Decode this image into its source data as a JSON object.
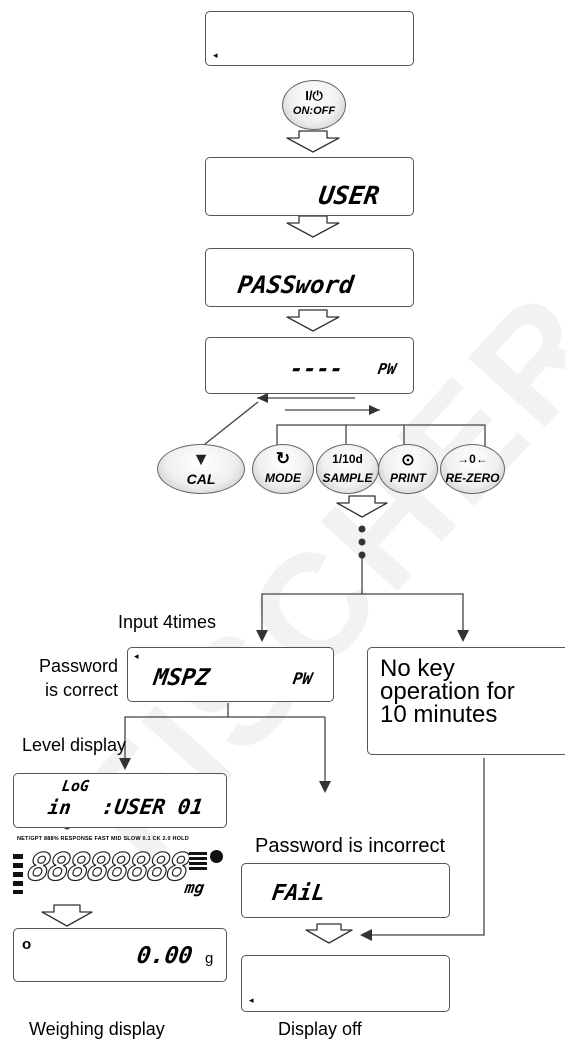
{
  "watermark": "FISCHER SAS",
  "step_displays": {
    "off_indicator": "◂",
    "user": "USER",
    "password": "PASSword",
    "pw_entry": "----",
    "pw_tag": "PW"
  },
  "keys": {
    "onoff": {
      "top": "I/⏻",
      "bottom": "ON:OFF"
    },
    "cal": {
      "icon": "▼",
      "label": "CAL"
    },
    "mode": {
      "icon": "↻",
      "label": "MODE"
    },
    "sample": {
      "top": "1/10d",
      "label": "SAMPLE"
    },
    "print": {
      "icon": "⊙",
      "label": "PRINT"
    },
    "rezero": {
      "top": "→0←",
      "label": "RE-ZERO"
    }
  },
  "flow": {
    "input_4times": "Input 4times",
    "password_correct_line1": "Password",
    "password_correct_line2": "is correct",
    "password_display": "MSPZ",
    "password_pw_tag": "PW",
    "no_key_line1": "No key",
    "no_key_line2": "operation for",
    "no_key_line3": "10 minutes",
    "level_display": "Level display",
    "log_top": "LoG",
    "log_bottom": "in",
    "log_user": ":USER 01",
    "password_incorrect": "Password is incorrect",
    "fail_display": "FAiL",
    "all_segments": "88888888",
    "seg_header": "NET/GPT  888%  RESPONSE  FAST MID SLOW  0.1 CK 2.0  HOLD",
    "seg_units": "mg",
    "weighing_value": "0.00",
    "weighing_unit": "g",
    "weighing_stable": "o",
    "weighing_display_label": "Weighing display",
    "display_off_label": "Display off",
    "display_off_indicator": "◂"
  }
}
